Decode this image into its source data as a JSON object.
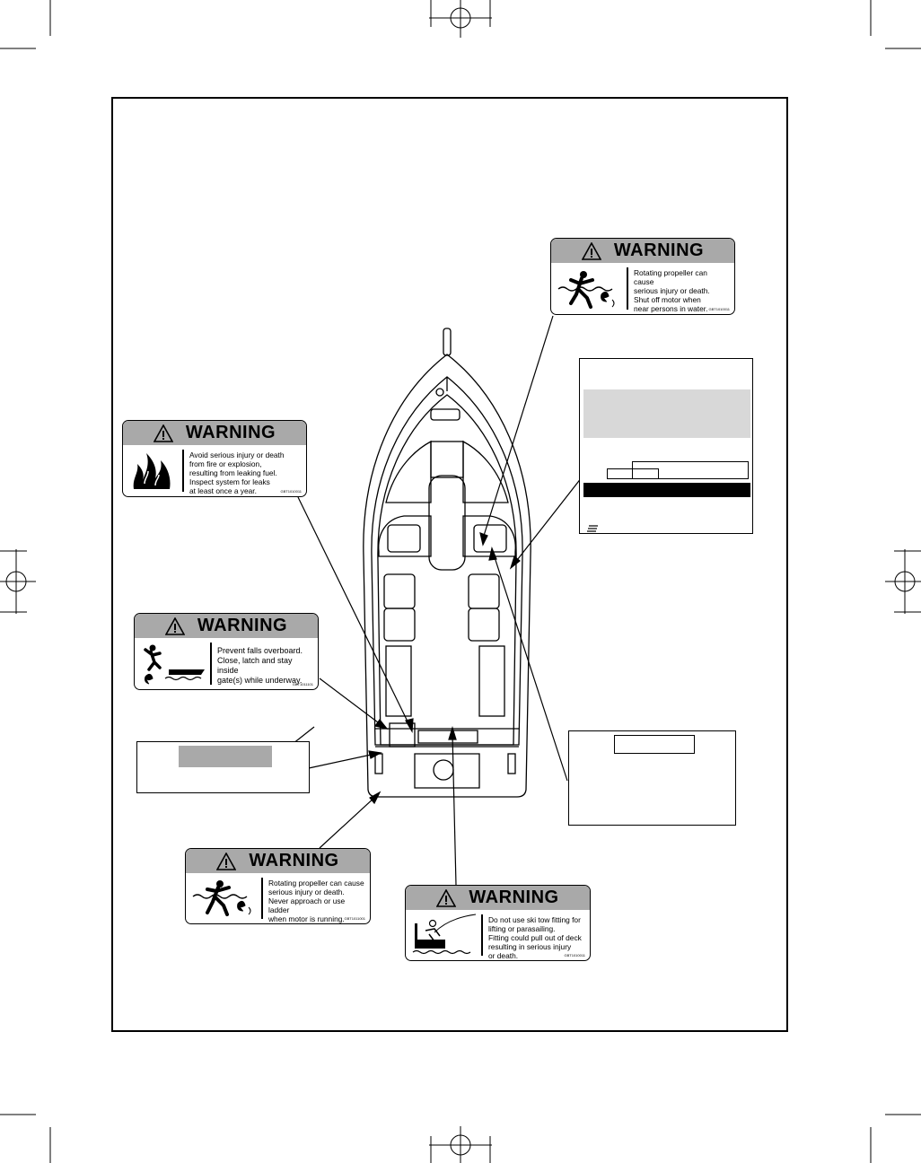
{
  "decals": {
    "propeller_top": {
      "header": "WARNING",
      "lines": [
        "Rotating propeller can cause",
        "serious injury or death.",
        "Shut off motor when",
        "near persons in water."
      ],
      "code": "GBT1010011"
    },
    "fuel": {
      "header": "WARNING",
      "lines": [
        "Avoid serious injury or death",
        "from fire or explosion,",
        "resulting from leaking fuel.",
        "Inspect system for leaks",
        "at least once a year."
      ],
      "code": "GBT1010011"
    },
    "falls": {
      "header": "WARNING",
      "lines": [
        "Prevent falls overboard.",
        "Close, latch and stay inside",
        "gate(s) while underway."
      ],
      "code": "GBT1011101"
    },
    "propeller_bottom": {
      "header": "WARNING",
      "lines": [
        "Rotating propeller can cause",
        "serious injury or death.",
        "Never approach or use ladder",
        "when motor is running."
      ],
      "code": "GBT1011001"
    },
    "ski_tow": {
      "header": "WARNING",
      "lines": [
        "Do not use ski tow fitting for",
        "lifting or parasailing.",
        "Fitting could pull out of deck",
        "resulting in serious injury",
        "or death."
      ],
      "code": "GBT1010011"
    }
  },
  "colors": {
    "warning_header": "#a9a9a9",
    "panel_gray": "#d8d8d8",
    "outline": "#000000"
  },
  "icons": {
    "alert": "warning-triangle-icon",
    "swimmer": "swimmer-propeller-icon",
    "fire": "fire-icon",
    "fall": "fall-overboard-icon",
    "skier": "parasail-icon"
  }
}
